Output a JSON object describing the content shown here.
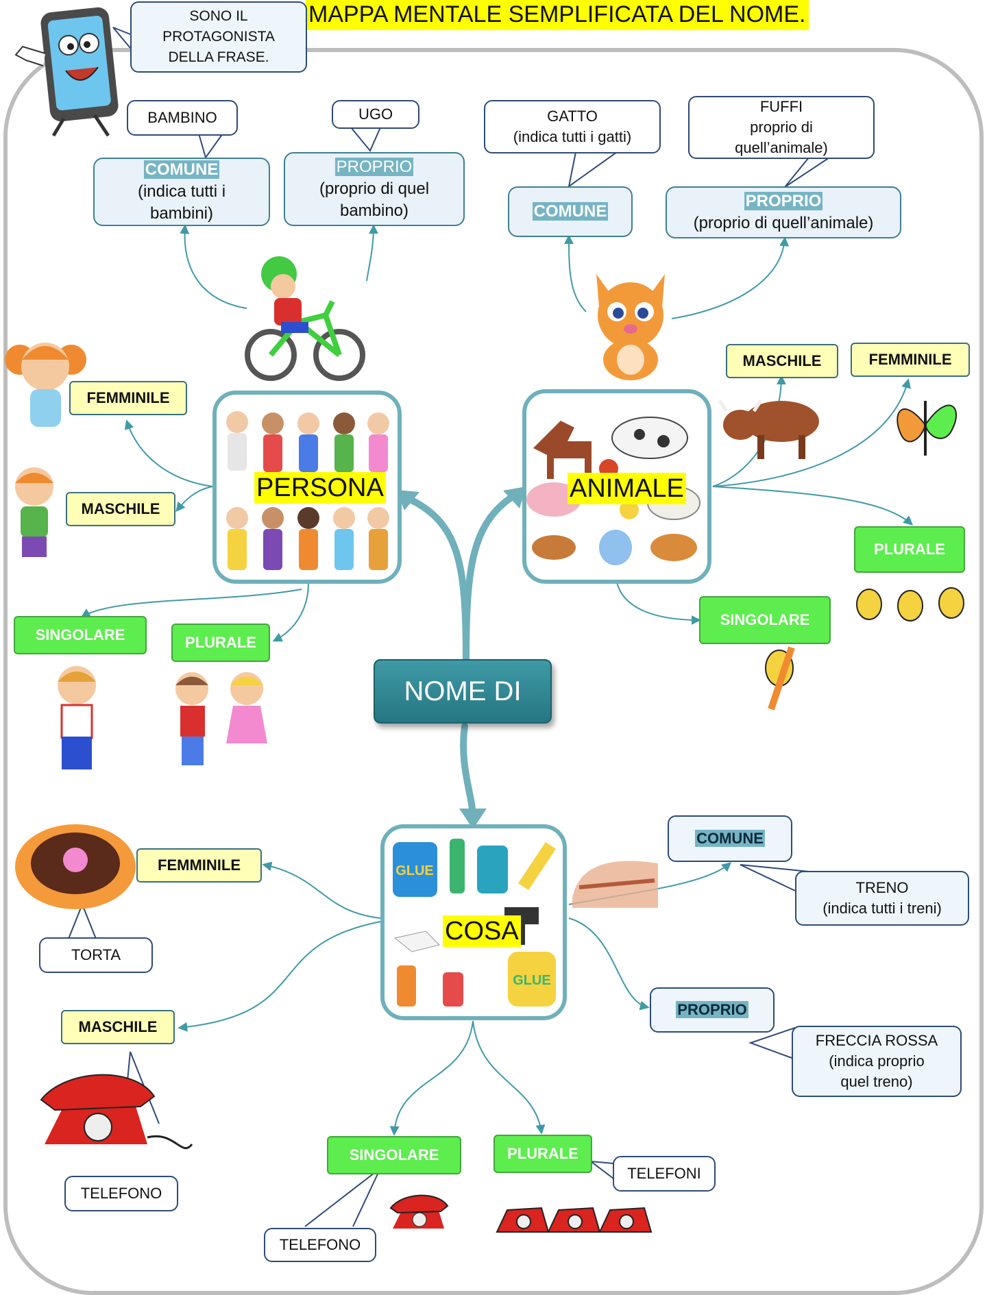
{
  "title": "MAPPA MENTALE SEMPLIFICATA DEL NOME.",
  "mascot_bubble": [
    "SONO IL",
    "PROTAGONISTA",
    "DELLA FRASE."
  ],
  "center": "NOME DI",
  "persona": {
    "label": "PERSONA",
    "comune": {
      "tag": "COMUNE",
      "desc": [
        "(indica tutti i",
        "bambini)"
      ],
      "example": "BAMBINO"
    },
    "proprio": {
      "tag": "PROPRIO",
      "desc": [
        "(proprio di quel",
        "bambino)"
      ],
      "example": "UGO"
    },
    "femminile": "FEMMINILE",
    "maschile": "MASCHILE",
    "singolare": "SINGOLARE",
    "plurale": "PLURALE"
  },
  "animale": {
    "label": "ANIMALE",
    "comune": {
      "tag": "COMUNE",
      "example": [
        "GATTO",
        "(indica tutti i gatti)"
      ]
    },
    "proprio": {
      "tag": "PROPRIO",
      "desc": "(proprio di quell’animale)",
      "example": [
        "FUFFI",
        "proprio di",
        "quell’animale)"
      ]
    },
    "maschile": "MASCHILE",
    "femminile": "FEMMINILE",
    "plurale": "PLURALE",
    "singolare": "SINGOLARE"
  },
  "cosa": {
    "label": "COSA",
    "comune": {
      "tag": "COMUNE",
      "example": [
        "TRENO",
        "(indica tutti i treni)"
      ]
    },
    "proprio": {
      "tag": "PROPRIO",
      "example": [
        "FRECCIA ROSSA",
        "(indica proprio",
        "quel treno)"
      ]
    },
    "femminile": {
      "tag": "FEMMINILE",
      "example": "TORTA"
    },
    "maschile": {
      "tag": "MASCHILE",
      "example": "TELEFONO"
    },
    "singolare": {
      "tag": "SINGOLARE",
      "example": "TELEFONO"
    },
    "plurale": {
      "tag": "PLURALE",
      "example": "TELEFONI"
    },
    "glue": "GLUE"
  },
  "colors": {
    "hub_border": "#6fb0bb",
    "center": "#2f8a96",
    "green": "#5ded4e",
    "yellow": "#ffffb8",
    "connector": "#3f9aa6"
  }
}
